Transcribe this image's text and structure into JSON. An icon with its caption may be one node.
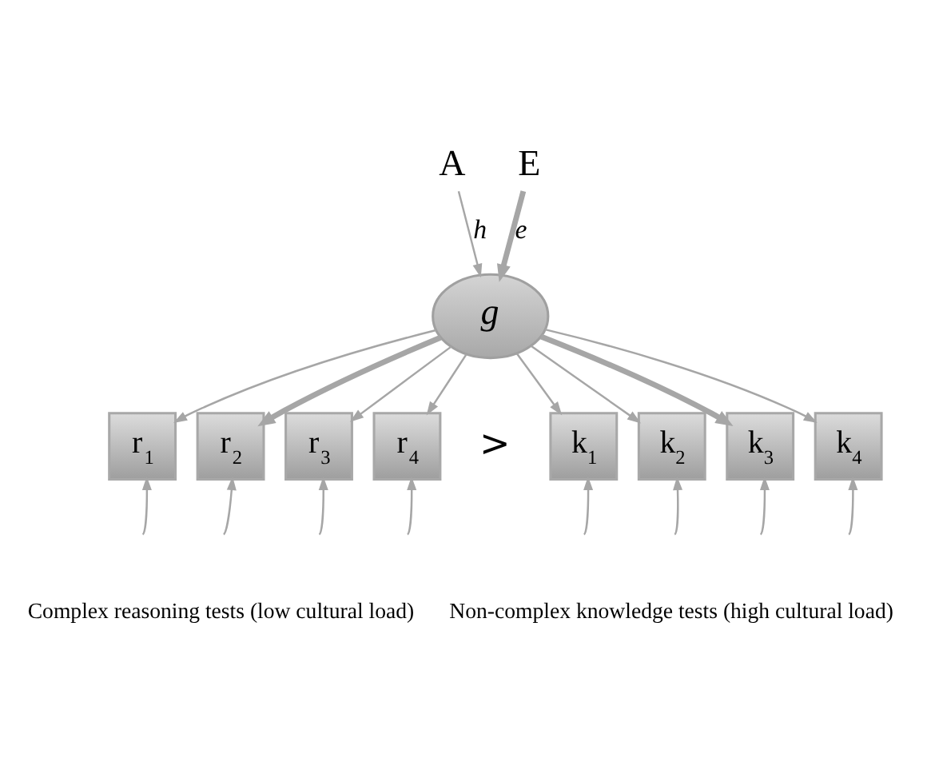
{
  "diagram": {
    "nodes": [
      {
        "text": [
          "A"
        ]
      },
      {
        "text": [
          "E"
        ]
      },
      {
        "text": [
          "g"
        ]
      },
      {
        "text": [
          "r$_{1}$"
        ]
      },
      {
        "text": [
          "r$_{2}$"
        ]
      },
      {
        "text": [
          "r$_{3}$"
        ]
      },
      {
        "text": [
          "r$_{4}$"
        ]
      },
      {
        "text": [
          "k$_{1}$"
        ]
      },
      {
        "text": [
          "k$_{2}$"
        ]
      },
      {
        "text": [
          "k$_{3}$"
        ]
      },
      {
        "text": [
          "k$_{4}$"
        ]
      }
    ],
    "edges": [
      {
        "from": 0,
        "to": 2,
        "arrow": "to",
        "label": "h"
      },
      {
        "from": 1,
        "to": 2,
        "arrow": "to",
        "label": "e",
        "style": "thick"
      },
      {
        "from": 2,
        "to": 3,
        "arrow": "to"
      },
      {
        "from": 2,
        "to": 4,
        "arrow": "to",
        "style": "thick"
      },
      {
        "from": 2,
        "to": 5,
        "arrow": "to"
      },
      {
        "from": 2,
        "to": 6,
        "arrow": "to"
      },
      {
        "from": 2,
        "to": 7,
        "arrow": "to"
      },
      {
        "from": 2,
        "to": 8,
        "arrow": "to"
      },
      {
        "from": 2,
        "to": 9,
        "arrow": "to",
        "style": "thick"
      },
      {
        "from": 2,
        "to": 10,
        "arrow": "to"
      },
      {
        "from": null,
        "to": 3,
        "arrow": "to"
      },
      {
        "from": null,
        "to": 4,
        "arrow": "to"
      },
      {
        "from": null,
        "to": 5,
        "arrow": "to"
      },
      {
        "from": null,
        "to": 6,
        "arrow": "to"
      },
      {
        "from": null,
        "to": 7,
        "arrow": "to"
      },
      {
        "from": null,
        "to": 8,
        "arrow": "to"
      },
      {
        "from": null,
        "to": 9,
        "arrow": "to"
      },
      {
        "from": null,
        "to": 10,
        "arrow": "to"
      }
    ],
    "labels": [
      ">",
      "Complex reasoning tests (low cultural load)",
      "Non-complex knowledge tests (high cultural load)"
    ]
  }
}
